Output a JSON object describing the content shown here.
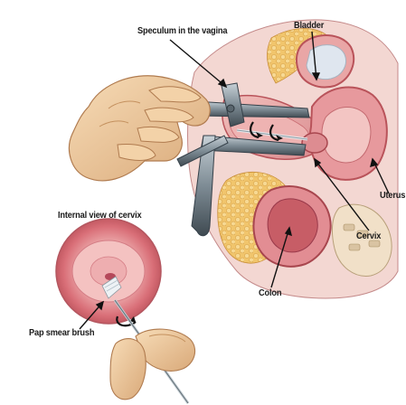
{
  "labels": {
    "speculum": "Speculum in the vagina",
    "bladder": "Bladder",
    "uterus": "Uterus",
    "cervix": "Cervix",
    "colon": "Colon",
    "internal_view": "Internal view of cervix",
    "pap_brush": "Pap smear brush"
  },
  "colors": {
    "tissue_pink": "#e9a3a4",
    "tissue_dark": "#b9535a",
    "tissue_light": "#f6d3cf",
    "fat_yellow": "#f0c46a",
    "skin": "#f3d2a8",
    "skin_shadow": "#d9a979",
    "metal": "#8c9aa3",
    "metal_dark": "#4c5860",
    "leader_line": "#111111"
  }
}
